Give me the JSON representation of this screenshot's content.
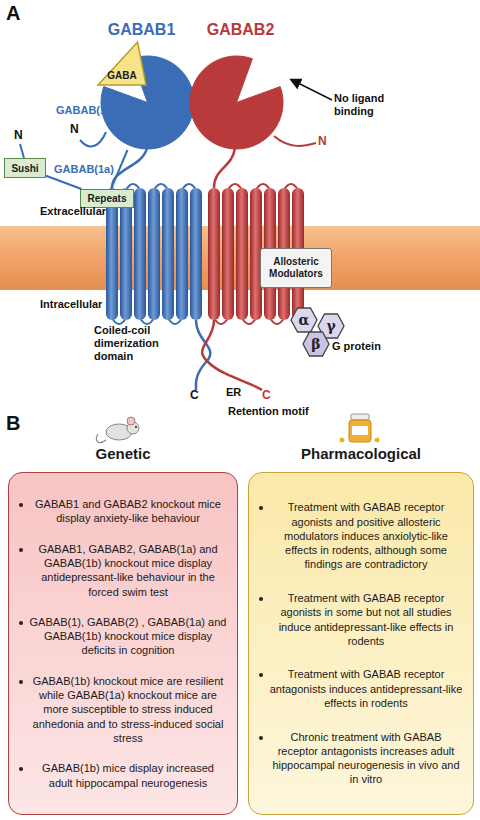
{
  "diagram": {
    "nodes": [
      {
        "text": [
          "GABAB1"
        ]
      },
      {
        "text": [
          "GABAB2"
        ]
      },
      {
        "text": [
          "GABA"
        ]
      },
      {
        "text": [
          "Sushi"
        ]
      },
      {
        "text": [
          "Repeats"
        ]
      },
      {
        "text": [
          "Allosteric Modulators"
        ]
      },
      {
        "text": [
          "α"
        ]
      },
      {
        "text": [
          "γ"
        ]
      },
      {
        "text": [
          "β"
        ]
      },
      {
        "text": [
          "Genetic",
          "GABAB1 and GABAB2 knockout mice display anxiety-like behaviour",
          "GABAB1, GABAB2, GABAB(1a) and GABAB(1b) knockout mice display antidepressant-like behaviour in the forced swim test",
          "GABAB(1), GABAB(2) , GABAB(1a) and GABAB(1b) knockout mice display deficits in cognition",
          "GABAB(1b) knockout mice are resilient while GABAB(1a) knockout mice are more susceptible to stress induced anhedonia and to stress-induced social stress",
          "GABAB(1b) mice display increased adult hippocampal neurogenesis"
        ]
      },
      {
        "text": [
          "Pharmacological",
          "Treatment with GABAB receptor agonists and positive allosteric modulators induces anxiolytic-like effects in rodents, although some findings are contradictory",
          "Treatment with GABAB receptor agonists in some but not all studies induce antidepressant-like effects in rodents",
          "Treatment with GABAB receptor antagonists induces antidepressant-like effects in rodents",
          "Chronic treatment with GABAB receptor antagonists increases adult hippocampal neurogenesis in vivo and in vitro"
        ]
      }
    ],
    "edges": [
      {
        "from": 3,
        "to": 4,
        "arrow": "none"
      },
      {
        "from": 4,
        "to": 0,
        "arrow": "none"
      }
    ],
    "labels": [
      "A",
      "GABAB(1b)",
      "N",
      "N",
      "GABAB(1a)",
      "No ligand binding",
      "N",
      "Extracellular",
      "Intracellular",
      "Coiled-coil dimerization domain",
      "C",
      "ER",
      "C",
      "Retention motif",
      "G protein",
      "B"
    ]
  }
}
